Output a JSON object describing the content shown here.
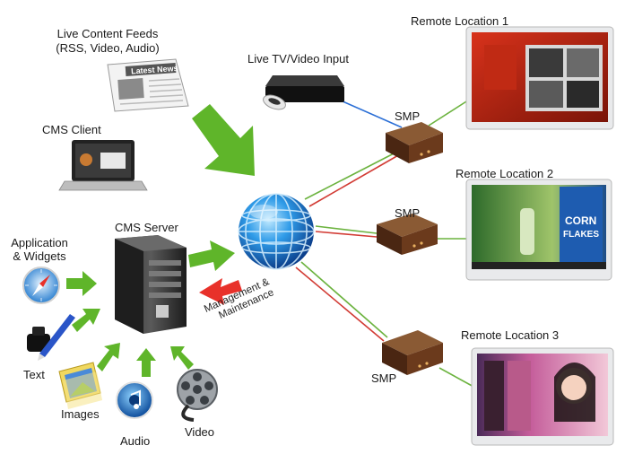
{
  "labels": {
    "live_feeds_line1": "Live Content Feeds",
    "live_feeds_line2": "(RSS, Video, Audio)",
    "live_tv": "Live TV/Video Input",
    "cms_client": "CMS Client",
    "cms_server": "CMS Server",
    "application_line1": "Application",
    "application_line2": "& Widgets",
    "text": "Text",
    "images": "Images",
    "audio": "Audio",
    "video": "Video",
    "management_line1": "Management &",
    "management_line2": "Maintenance",
    "smp_1": "SMP",
    "smp_2": "SMP",
    "smp_3": "SMP",
    "remote_1": "Remote Location 1",
    "remote_2": "Remote Location 2",
    "remote_3": "Remote Location 3",
    "newspaper_title": "Latest News",
    "screen2_brand": "CORN",
    "screen2_brand2": "FLAKES"
  },
  "colors": {
    "green_arrow": "#5fb52a",
    "red_arrow": "#e8312a",
    "globe_blue": "#1f7fd8",
    "line_green": "#6cb33f",
    "line_red": "#d23b34",
    "line_blue": "#2b6fd6",
    "smp_brown": "#6b3a1c",
    "bezel": "#e9eaec"
  }
}
